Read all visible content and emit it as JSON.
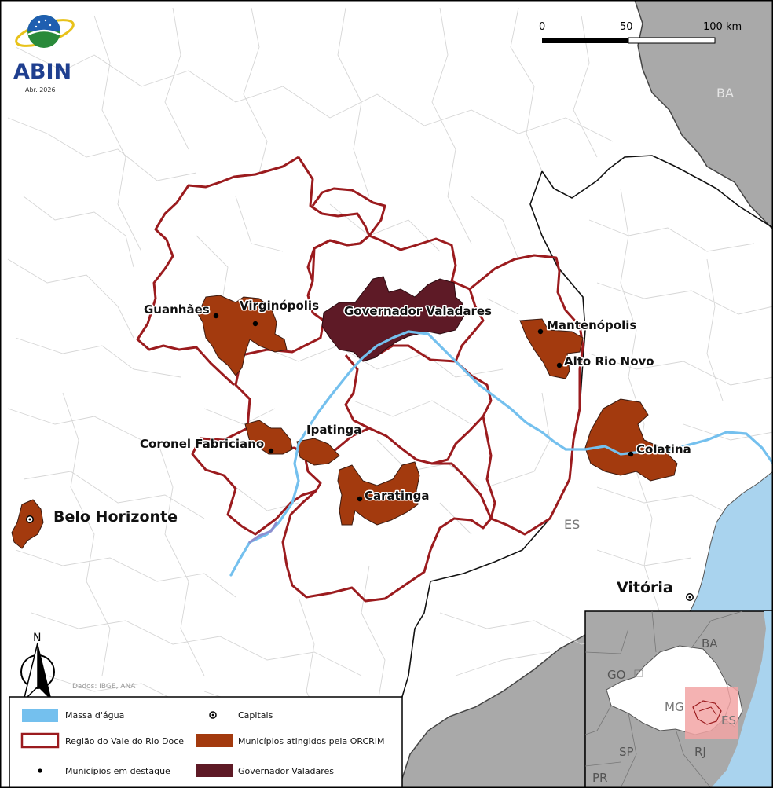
{
  "logo": {
    "name": "ABIN",
    "date": "Abr. 2026"
  },
  "scale_bar": {
    "ticks": [
      "0",
      "50",
      "100 km"
    ]
  },
  "north_arrow": {
    "label": "N"
  },
  "credit": "Dados: IBGE, ANA",
  "states": {
    "ba": "BA",
    "es": "ES"
  },
  "cities": {
    "belo_horizonte": "Belo Horizonte",
    "vitoria": "Vitória",
    "guanhaes": "Guanhães",
    "virginopolis": "Virginópolis",
    "governador_valadares": "Governador Valadares",
    "mantenopolis": "Mantenópolis",
    "alto_rio_novo": "Alto Rio Novo",
    "coronel_fabriciano": "Coronel Fabriciano",
    "ipatinga": "Ipatinga",
    "caratinga": "Caratinga",
    "colatina": "Colatina"
  },
  "legend": {
    "water": "Massa d'água",
    "capitals": "Capitais",
    "region": "Região do Vale do Rio Doce",
    "affected": "Municípios atingidos pela ORCRIM",
    "highlight": "Municípios em destaque",
    "gv": "Governador Valadares"
  },
  "inset": {
    "ba": "BA",
    "go": "GO",
    "mg": "MG",
    "es": "ES",
    "sp": "SP",
    "rj": "RJ",
    "pr": "PR"
  },
  "colors": {
    "region_outline": "#9b1b1e",
    "affected_fill": "#a33a0e",
    "gv_fill": "#5e1a26",
    "water": "#74c0ee",
    "sea": "#a9d3ee",
    "outside_state": "#a9a9a9",
    "inset_highlight": "#f2a5a5"
  }
}
